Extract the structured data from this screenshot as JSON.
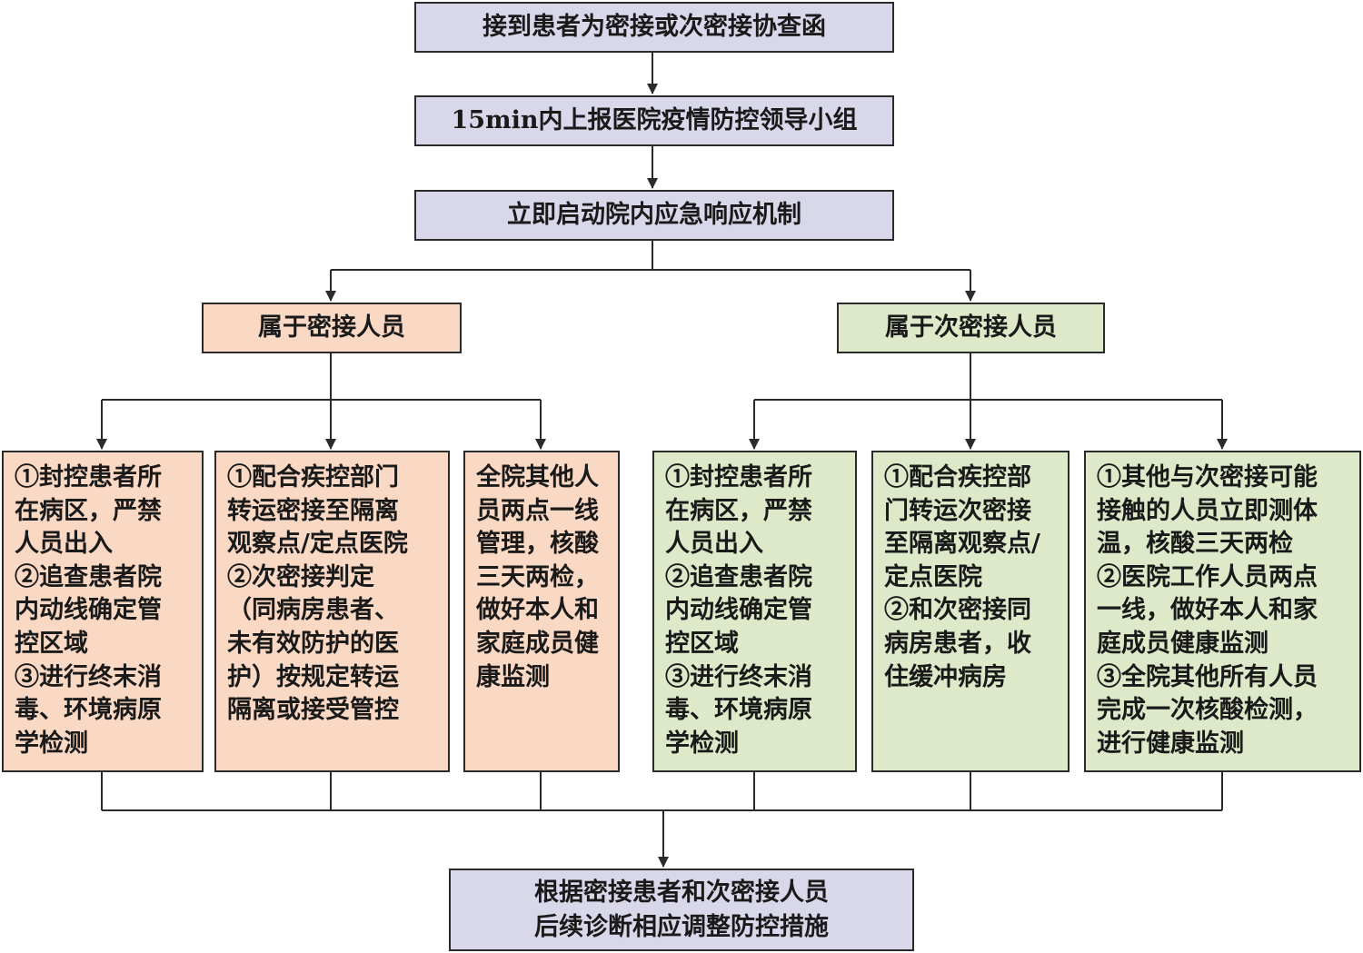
{
  "top_steps": [
    "接到患者为密接或次密接协查函",
    "15min内上报医院疫情防控领导小组",
    "立即启动院内应急响应机制"
  ],
  "branches": {
    "close_contact": {
      "label": "属于密接人员",
      "measures": [
        "①封控患者所\n在病区，严禁\n人员出入\n②追查患者院\n内动线确定管\n控区域\n③进行终末消\n毒、环境病原\n学检测",
        "①配合疾控部门\n转运密接至隔离\n观察点/定点医院\n②次密接判定\n（同病房患者、\n未有效防护的医\n护）按规定转运\n隔离或接受管控",
        "全院其他人\n员两点一线\n管理，核酸\n三天两检，\n做好本人和\n家庭成员健\n康监测"
      ]
    },
    "secondary_contact": {
      "label": "属于次密接人员",
      "measures": [
        "①封控患者所\n在病区，严禁\n人员出入\n②追查患者院\n内动线确定管\n控区域\n③进行终末消\n毒、环境病原\n学检测",
        "①配合疾控部\n门转运次密接\n至隔离观察点/\n定点医院\n②和次密接同\n病房患者，收\n住缓冲病房",
        "①其他与次密接可能\n接触的人员立即测体\n温，核酸三天两检\n②医院工作人员两点\n一线，做好本人和家\n庭成员健康监测\n③全院其他所有人员\n完成一次核酸检测，\n进行健康监测"
      ]
    }
  },
  "final_step": "根据密接患者和次密接人员\n后续诊断相应调整防控措施",
  "colors": {
    "step_fill": "#d8d8ea",
    "close_contact_fill": "#f9d8c4",
    "secondary_contact_fill": "#dde9c8",
    "line": "#2b2b2b"
  }
}
